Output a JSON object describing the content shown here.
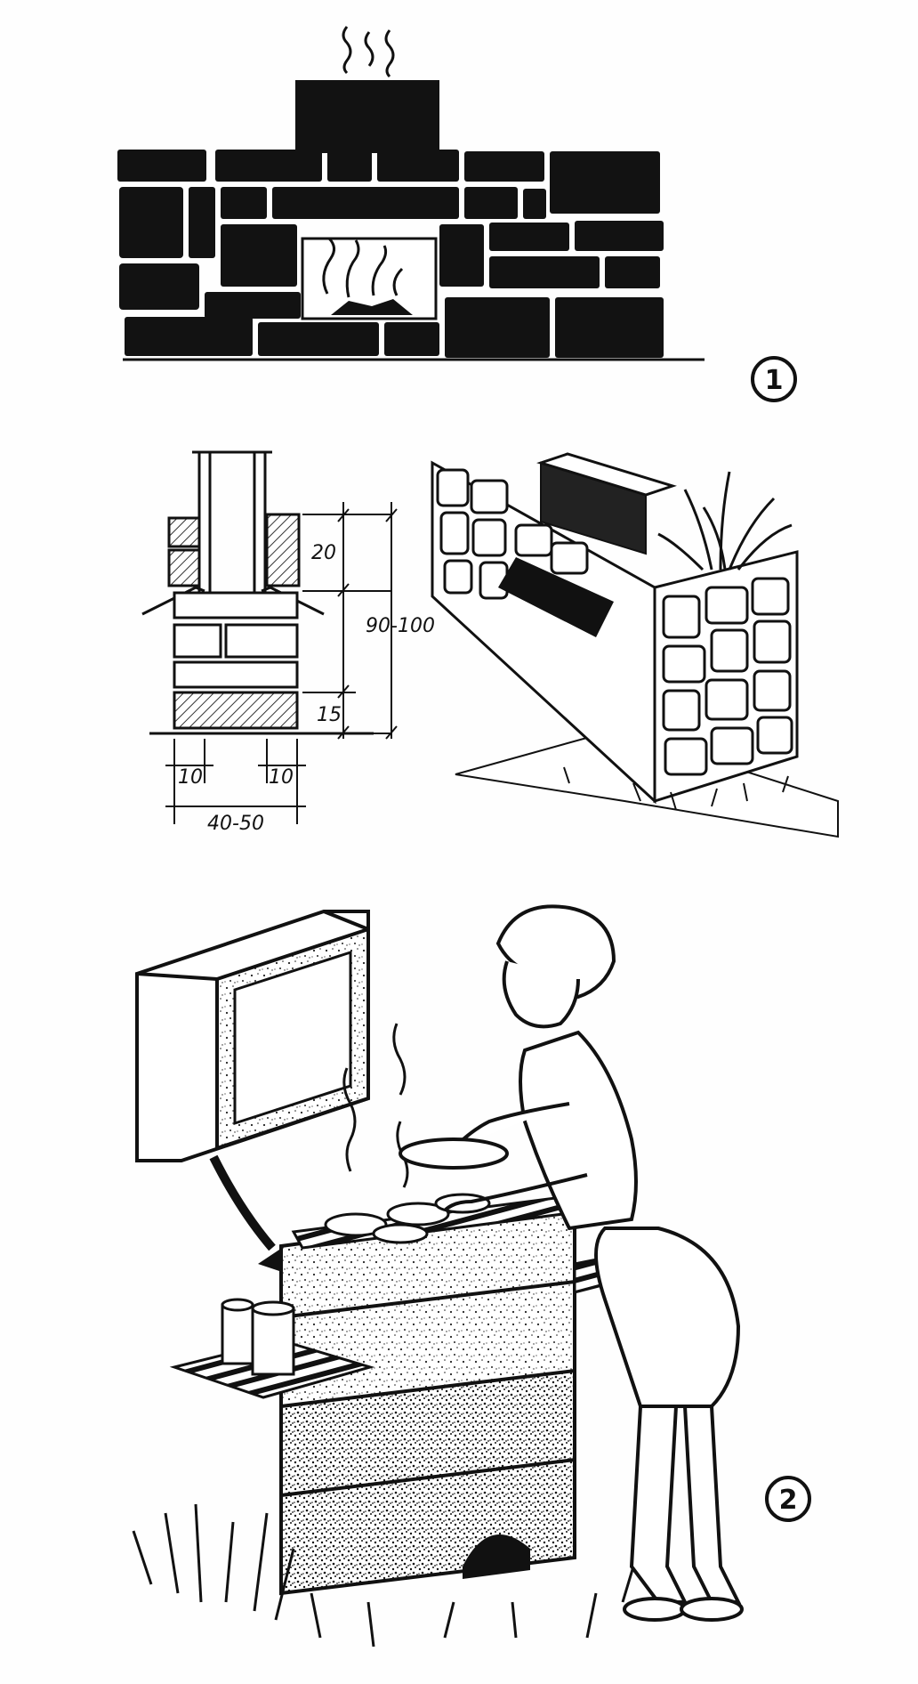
{
  "figure_1": {
    "marker": "1"
  },
  "figure_2": {
    "marker": "2"
  },
  "dimensions": {
    "chimney_height": "20",
    "total_height": "90-100",
    "base_height": "15",
    "left_offset": "10",
    "right_offset": "10",
    "width": "40-50"
  },
  "colors": {
    "ink": "#111111",
    "paper": "#fefefe",
    "hatch": "#555555"
  }
}
